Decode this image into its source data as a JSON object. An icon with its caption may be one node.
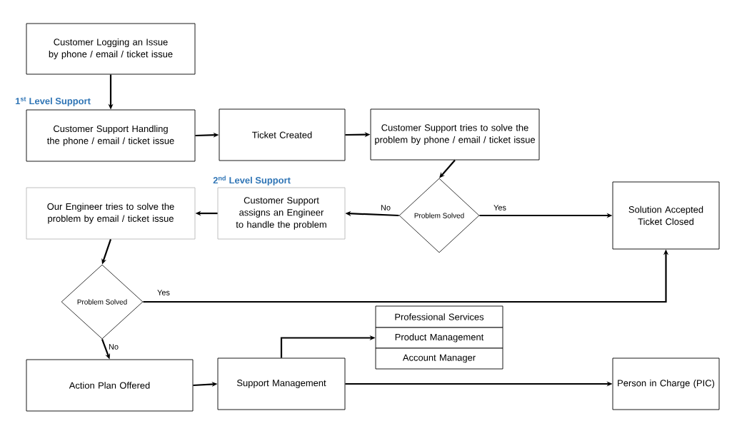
{
  "diagram": {
    "nodes": [
      {
        "text": [
          "Customer Logging an Issue by phone / email / ticket issue"
        ]
      },
      {
        "text": [
          "Customer Support Handling the phone / email / ticket issue"
        ],
        "beside": [
          "1$^{st}$ Level Support"
        ]
      },
      {
        "text": [
          "Ticket Created"
        ]
      },
      {
        "text": [
          "Customer Support tries to solve the problem by phone / email / ticket issue"
        ]
      },
      {
        "text": [
          "Problem Solved"
        ]
      },
      {
        "text": [
          "Solution Accepted Ticket Closed"
        ]
      },
      {
        "text": [
          "Customer Support assigns an Engineer to handle the problem"
        ],
        "beside": [
          "2$^{nd}$  Level Support"
        ]
      },
      {
        "text": [
          "Our Engineer tries to solve the problem by email / ticket issue"
        ]
      },
      {
        "text": [
          "Problem Solved"
        ]
      },
      {
        "text": [
          "Action Plan Offered"
        ]
      },
      {
        "text": [
          "Support Management"
        ]
      },
      {
        "text": [
          "Professional Services"
        ]
      },
      {
        "text": [
          "Product Management"
        ]
      },
      {
        "text": [
          "Account Manager"
        ]
      },
      {
        "text": [
          "Person in Charge (PIC)"
        ]
      }
    ],
    "edges": [
      {
        "from": 0,
        "to": 1,
        "arrow": "to"
      },
      {
        "from": 1,
        "to": 2,
        "arrow": "to"
      },
      {
        "from": 2,
        "to": 3,
        "arrow": "to"
      },
      {
        "from": 3,
        "to": 4,
        "arrow": "to"
      },
      {
        "from": 4,
        "to": 6,
        "arrow": "to",
        "label": "No"
      },
      {
        "from": 4,
        "to": 5,
        "arrow": "to",
        "label": "Yes"
      },
      {
        "from": 6,
        "to": 7,
        "arrow": "to"
      },
      {
        "from": 7,
        "to": 8,
        "arrow": "to"
      },
      {
        "from": 8,
        "to": 5,
        "arrow": "to",
        "label": "Yes"
      },
      {
        "from": 8,
        "to": 9,
        "arrow": "to",
        "label": "No"
      },
      {
        "from": 9,
        "to": 10,
        "arrow": "to"
      },
      {
        "from": 10,
        "to": 12,
        "arrow": "to"
      },
      {
        "from": 10,
        "to": 14,
        "arrow": "to"
      }
    ]
  }
}
